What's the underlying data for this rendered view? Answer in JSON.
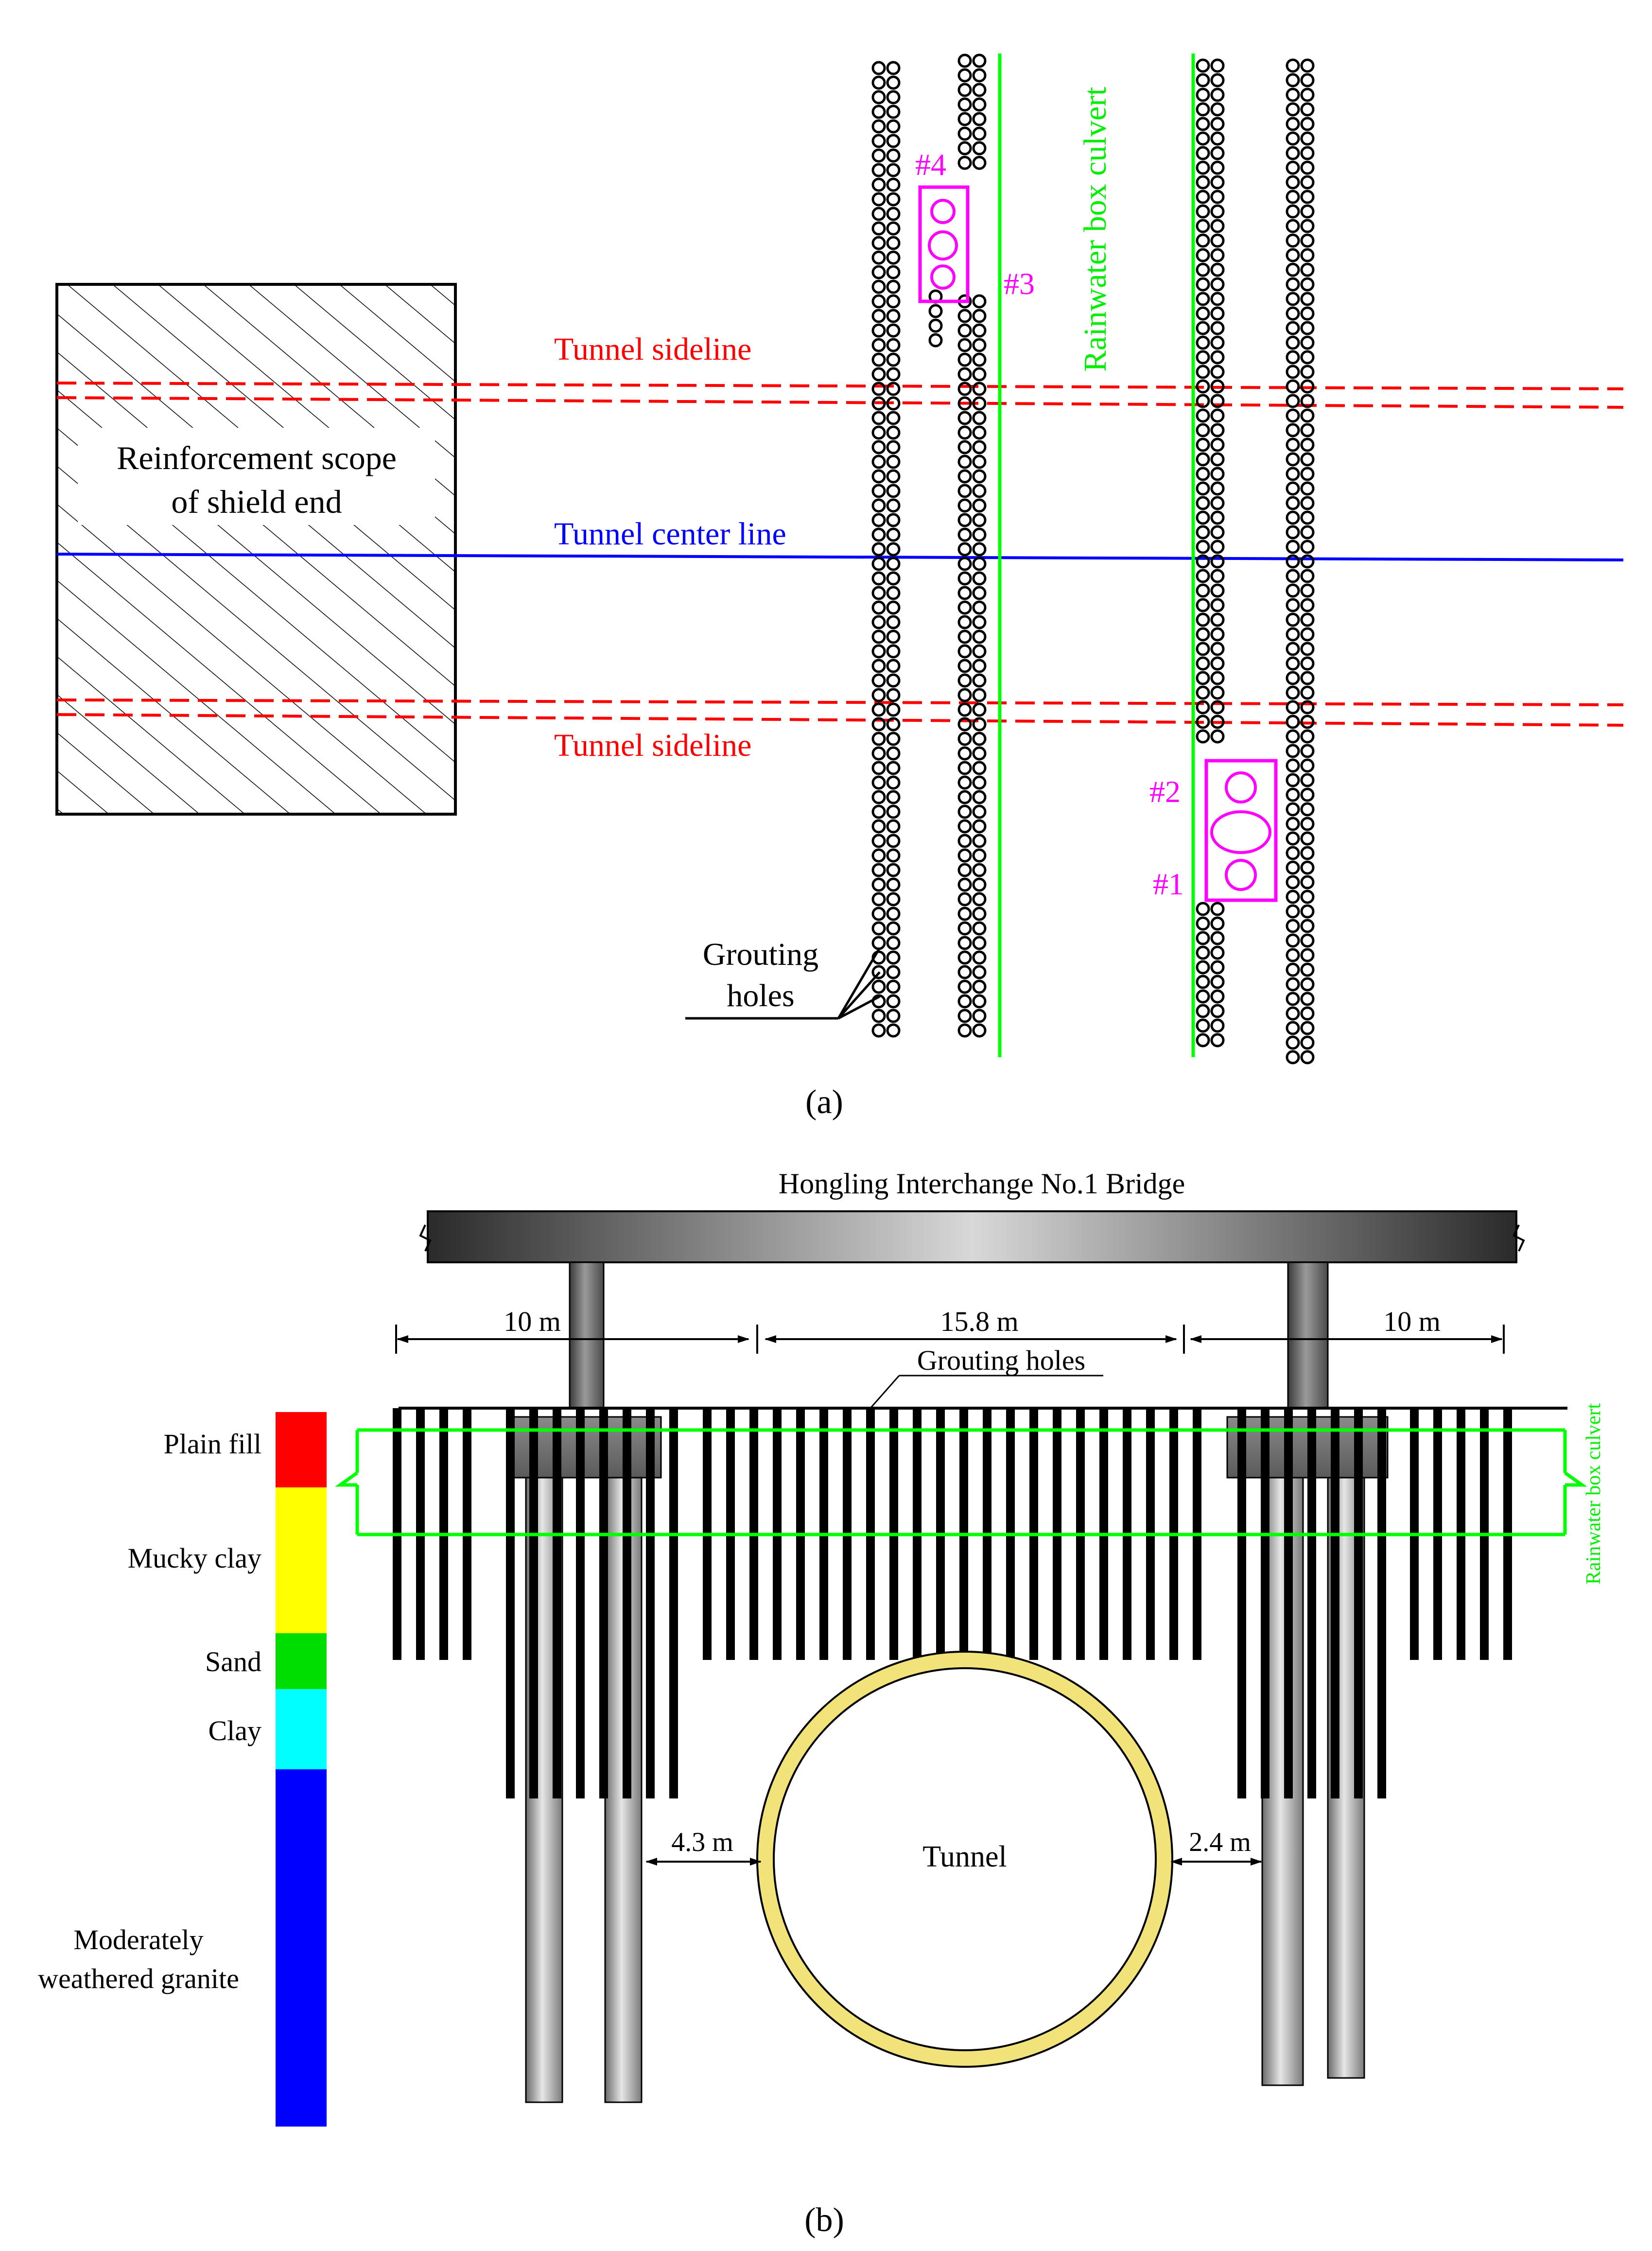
{
  "panel_a": {
    "caption": "(a)",
    "reinforcement_label_line1": "Reinforcement scope",
    "reinforcement_label_line2": "of shield end",
    "tunnel_sideline_top": "Tunnel sideline",
    "tunnel_center_line": "Tunnel center line",
    "tunnel_sideline_bottom": "Tunnel sideline",
    "rainwater_box_culvert": "Rainwater box culvert",
    "grouting_holes_line1": "Grouting",
    "grouting_holes_line2": "holes",
    "monitor_labels": [
      "#1",
      "#2",
      "#3",
      "#4"
    ]
  },
  "panel_b": {
    "caption": "(b)",
    "bridge_title": "Hongling Interchange No.1 Bridge",
    "dim_left": "10 m",
    "dim_middle": "15.8 m",
    "dim_right": "10 m",
    "grouting_holes": "Grouting holes",
    "rainwater_box_culvert": "Rainwater box culvert",
    "tunnel": "Tunnel",
    "clear_left": "4.3 m",
    "clear_right": "2.4 m",
    "strata": [
      {
        "name": "Plain fill",
        "color": "#ff0000"
      },
      {
        "name": "Mucky clay",
        "color": "#ffff00"
      },
      {
        "name": "Sand",
        "color": "#00dd00"
      },
      {
        "name": "Clay",
        "color": "#00ffff"
      },
      {
        "name": "Moderately",
        "color": "#0000ff"
      },
      {
        "name": "weathered granite",
        "color": "#0000ff"
      }
    ]
  },
  "colors": {
    "sideline": "#ff0000",
    "centerline": "#0000ff",
    "culvert": "#00ff00",
    "monitor": "#ff00ff",
    "tunnel_ring": "#f2e27a"
  }
}
